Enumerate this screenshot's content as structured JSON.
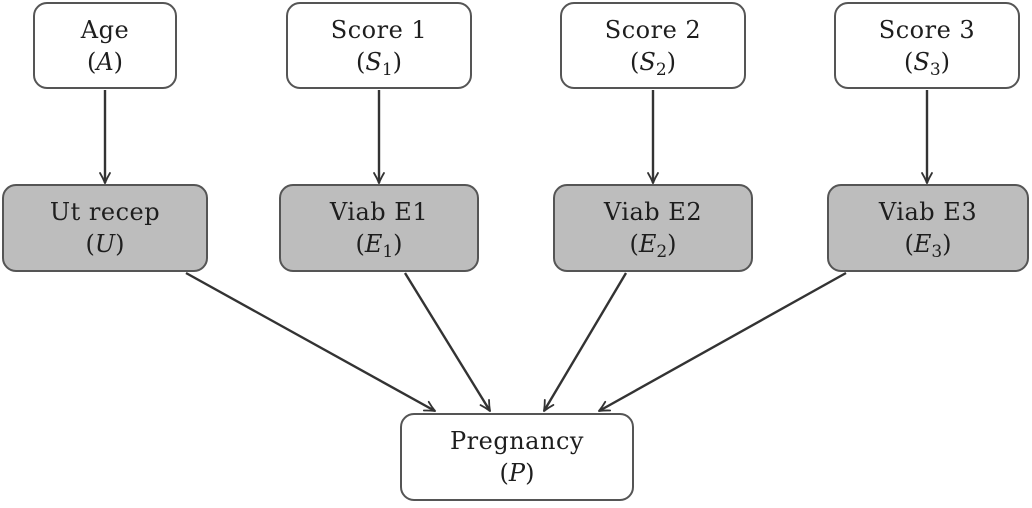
{
  "nodes": {
    "A": {
      "label": "Age",
      "symbol": "A",
      "subscript": "",
      "observed": true
    },
    "S1": {
      "label": "Score 1",
      "symbol": "S",
      "subscript": "1",
      "observed": true
    },
    "S2": {
      "label": "Score 2",
      "symbol": "S",
      "subscript": "2",
      "observed": true
    },
    "S3": {
      "label": "Score 3",
      "symbol": "S",
      "subscript": "3",
      "observed": true
    },
    "U": {
      "label": "Ut recep",
      "symbol": "U",
      "subscript": "",
      "observed": false
    },
    "E1": {
      "label": "Viab E1",
      "symbol": "E",
      "subscript": "1",
      "observed": false
    },
    "E2": {
      "label": "Viab E2",
      "symbol": "E",
      "subscript": "2",
      "observed": false
    },
    "E3": {
      "label": "Viab E3",
      "symbol": "E",
      "subscript": "3",
      "observed": false
    },
    "P": {
      "label": "Pregnancy",
      "symbol": "P",
      "subscript": "",
      "observed": true
    }
  },
  "edges": [
    {
      "from": "A",
      "to": "U"
    },
    {
      "from": "S1",
      "to": "E1"
    },
    {
      "from": "S2",
      "to": "E2"
    },
    {
      "from": "S3",
      "to": "E3"
    },
    {
      "from": "U",
      "to": "P"
    },
    {
      "from": "E1",
      "to": "P"
    },
    {
      "from": "E2",
      "to": "P"
    },
    {
      "from": "E3",
      "to": "P"
    }
  ],
  "colors": {
    "observed_fill": "#ffffff",
    "latent_fill": "#bdbdbd",
    "border": "#555555",
    "edge": "#333333",
    "text": "#1e1e1e"
  }
}
